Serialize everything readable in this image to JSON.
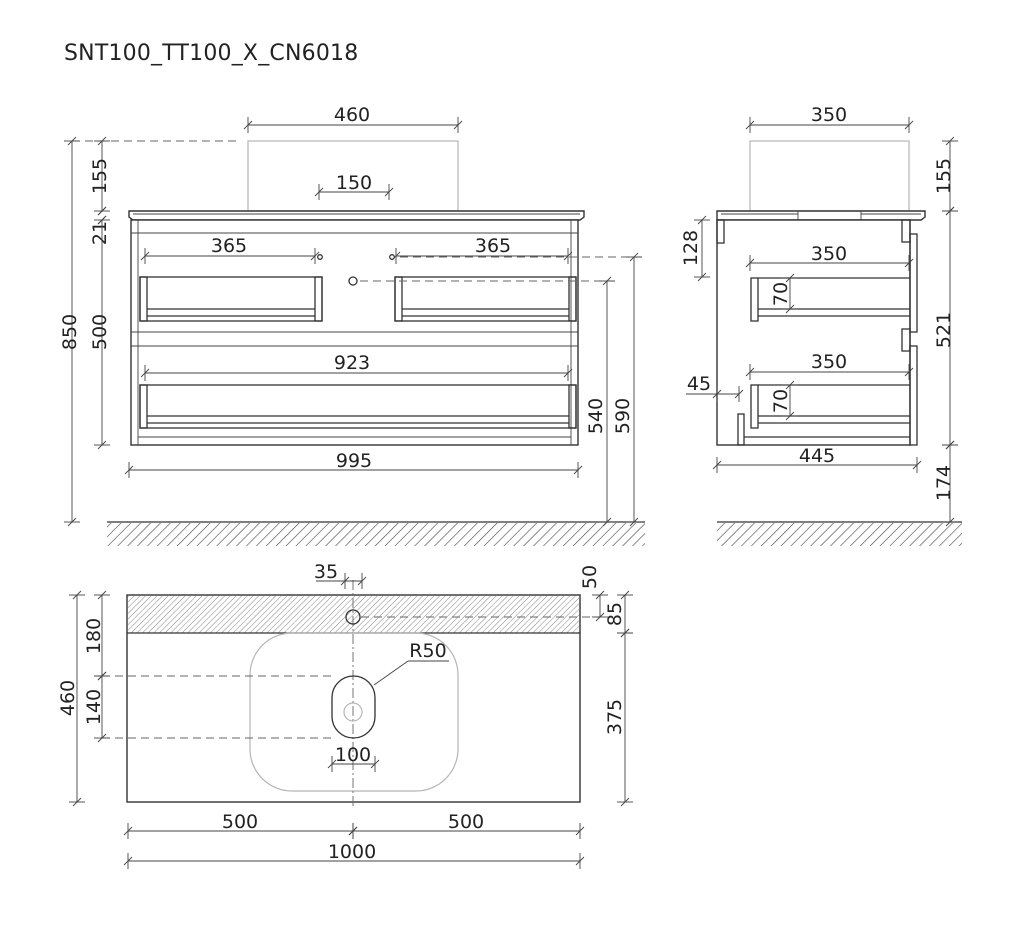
{
  "title": "SNT100_TT100_X_CN6018",
  "front_view": {
    "basin_width": "460",
    "drain_offset": "150",
    "basin_height": "155",
    "countertop_thickness": "21",
    "cabinet_height": "500",
    "total_height": "850",
    "upper_drawer_left_width": "365",
    "upper_drawer_right_width": "365",
    "lower_drawer_width": "923",
    "cabinet_width": "995",
    "drain_height": "540",
    "supply_height": "590"
  },
  "side_view": {
    "basin_depth": "350",
    "basin_height": "155",
    "top_offset": "128",
    "upper_drawer_depth": "350",
    "upper_drawer_side": "70",
    "lower_drawer_depth": "350",
    "lower_drawer_side": "70",
    "back_offset": "45",
    "cabinet_depth": "445",
    "cabinet_height": "521",
    "floor_clearance": "174"
  },
  "top_view": {
    "faucet_offset": "35",
    "faucet_diameter": "50",
    "faucet_from_back": "85",
    "total_depth": "460",
    "back_zone": "180",
    "drain_length": "140",
    "drain_radius": "R50",
    "drain_width": "100",
    "front_zone": "375",
    "half_left": "500",
    "half_right": "500",
    "total_width": "1000"
  }
}
